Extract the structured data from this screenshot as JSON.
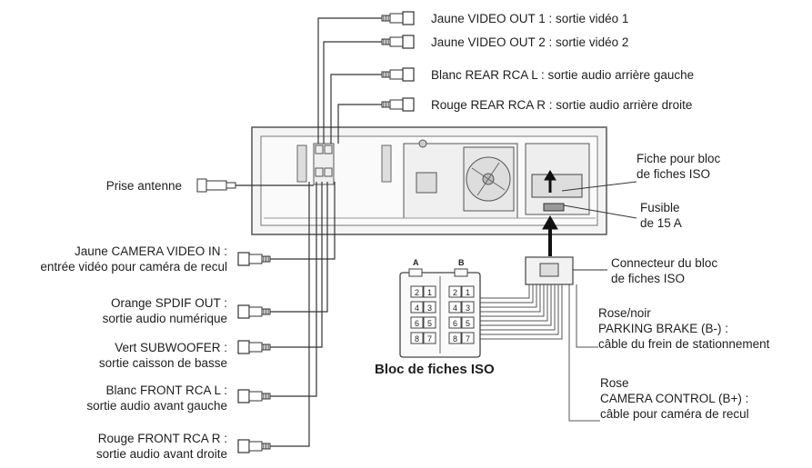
{
  "top_outputs": [
    "Jaune VIDEO OUT 1 : sortie vidéo 1",
    "Jaune VIDEO OUT 2 : sortie vidéo 2",
    "Blanc REAR RCA L : sortie audio arrière gauche",
    "Rouge REAR RCA R : sortie audio arrière droite"
  ],
  "antenna_label": "Prise antenne",
  "left_outputs": [
    {
      "line1": "Jaune CAMERA VIDEO IN :",
      "line2": "entrée vidéo pour caméra de recul"
    },
    {
      "line1": "Orange SPDIF OUT :",
      "line2": "sortie audio numérique"
    },
    {
      "line1": "Vert SUBWOOFER :",
      "line2": "sortie caisson de basse"
    },
    {
      "line1": "Blanc FRONT RCA  L :",
      "line2": "sortie audio avant gauche"
    },
    {
      "line1": "Rouge FRONT RCA  R :",
      "line2": "sortie audio avant droite"
    }
  ],
  "iso_socket_label": {
    "line1": "Fiche pour bloc",
    "line2": "de fiches ISO"
  },
  "fuse_label": {
    "line1": "Fusible",
    "line2": "de 15 A"
  },
  "iso_connector_label": {
    "line1": "Connecteur du bloc",
    "line2": "de fiches ISO"
  },
  "parking_brake": {
    "line1": "Rose/noir",
    "line2": "PARKING BRAKE (B-) :",
    "line3": "câble du frein de stationnement"
  },
  "camera_control": {
    "line1": "Rose",
    "line2": "CAMERA CONTROL (B+) :",
    "line3": "câble pour caméra de recul"
  },
  "iso_block": {
    "title": "Bloc de fiches ISO",
    "col_a": "A",
    "col_b": "B",
    "pin_rows": [
      [
        "2",
        "1"
      ],
      [
        "4",
        "3"
      ],
      [
        "6",
        "5"
      ],
      [
        "8",
        "7"
      ]
    ]
  }
}
